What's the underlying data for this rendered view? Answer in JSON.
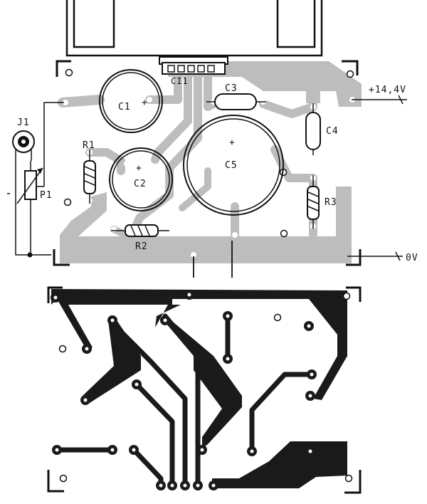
{
  "labels": {
    "ic": "CI1",
    "c1": "C1",
    "c2": "C2",
    "c3": "C3",
    "c4": "C4",
    "c5": "C5",
    "r1": "R1",
    "r2": "R2",
    "r3": "R3",
    "p1": "P1",
    "j1": "J1",
    "plus_c1": "+",
    "plus_c2": "+",
    "plus_c5": "+",
    "supply_pos": "+14,4V",
    "supply_gnd": "0V"
  },
  "colors": {
    "copper_component_side": "#bdbdbd",
    "copper_foil_side": "#1a1a1a",
    "ink": "#111111",
    "background": "#ffffff"
  }
}
